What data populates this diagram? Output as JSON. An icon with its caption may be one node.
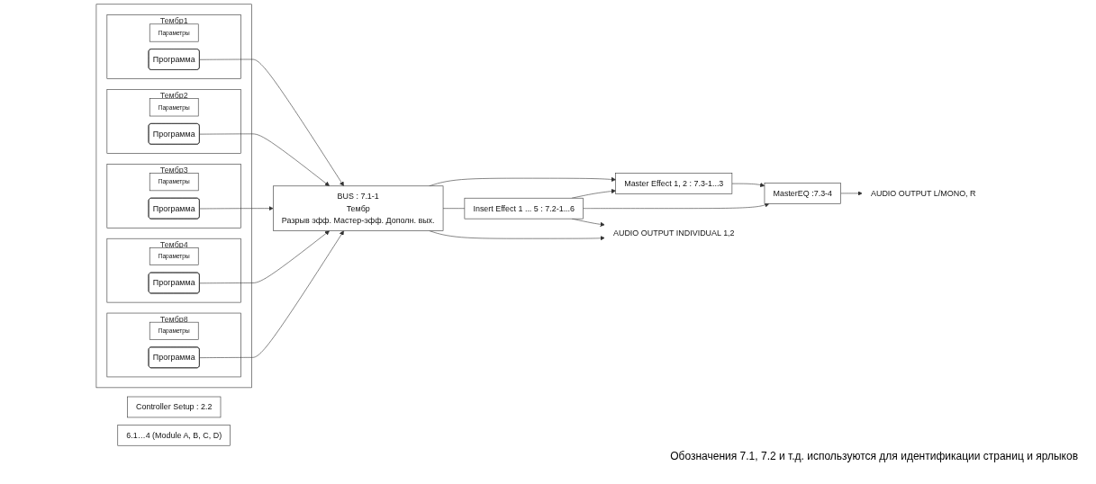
{
  "diagram": {
    "nodes": [
      {
        "text": [],
        "shape": "box"
      },
      {
        "text": [
          "Тембр1"
        ],
        "in": 0
      },
      {
        "text": [
          "Параметры"
        ],
        "in": 1
      },
      {
        "text": [
          "Программа"
        ],
        "in": 1
      },
      {
        "text": [
          "Тембр2"
        ],
        "in": 0
      },
      {
        "text": [
          "Параметры"
        ],
        "in": 4
      },
      {
        "text": [
          "Программа"
        ],
        "in": 4
      },
      {
        "text": [
          "Тембр3"
        ],
        "in": 0
      },
      {
        "text": [
          "Параметры"
        ],
        "in": 7
      },
      {
        "text": [
          "Программа"
        ],
        "in": 7
      },
      {
        "text": [
          "Тембр4"
        ],
        "in": 0
      },
      {
        "text": [
          "Параметры"
        ],
        "in": 10
      },
      {
        "text": [
          "Программа"
        ],
        "in": 10
      },
      {
        "text": [
          "Тембр8"
        ],
        "in": 0
      },
      {
        "text": [
          "Параметры"
        ],
        "in": 13
      },
      {
        "text": [
          "Программа"
        ],
        "in": 13
      },
      {
        "text": [
          "BUS : 7.1-1",
          "Тембр",
          "Разрыв эфф. Мастер-эфф. Дополн. вых."
        ]
      },
      {
        "text": [
          "Insert Effect 1 ... 5 : 7.2-1...6"
        ]
      },
      {
        "text": [
          "Master Effect 1, 2 : 7.3-1...3"
        ]
      },
      {
        "text": [
          "MasterEQ :7.3-4"
        ]
      },
      {
        "text": [
          "AUDIO OUTPUT L/MONO, R"
        ]
      },
      {
        "text": [
          "AUDIO OUTPUT INDIVIDUAL 1,2"
        ]
      },
      {
        "text": [
          "Controller Setup : 2.2"
        ]
      },
      {
        "text": [
          "6.1…4 (Module A, B, C, D)"
        ]
      }
    ],
    "edges": [
      {
        "from": 3,
        "to": 16,
        "arrow": "to"
      },
      {
        "from": 6,
        "to": 16,
        "arrow": "to"
      },
      {
        "from": 9,
        "to": 16,
        "arrow": "to"
      },
      {
        "from": 12,
        "to": 16,
        "arrow": "to"
      },
      {
        "from": 15,
        "to": 16,
        "arrow": "to"
      },
      {
        "from": 16,
        "to": 18,
        "arrow": "to"
      },
      {
        "from": 16,
        "to": 17,
        "arrow": "none"
      },
      {
        "from": 17,
        "to": 18,
        "arrow": "to"
      },
      {
        "from": 17,
        "to": 19,
        "arrow": "to"
      },
      {
        "from": 17,
        "to": 21,
        "arrow": "to"
      },
      {
        "from": 16,
        "to": 21,
        "arrow": "to"
      },
      {
        "from": 18,
        "to": 19,
        "arrow": "to"
      },
      {
        "from": 19,
        "to": 20,
        "arrow": "to"
      }
    ],
    "labels": [
      "Обозначения 7.1, 7.2 и т.д. используются для идентификации страниц и ярлыков"
    ]
  }
}
